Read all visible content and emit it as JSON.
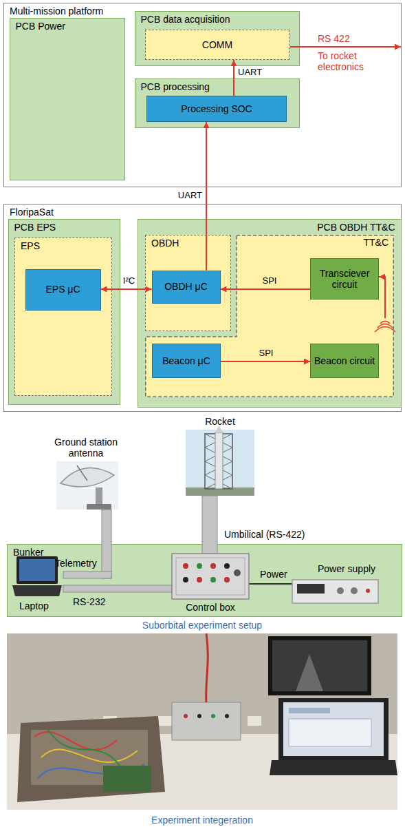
{
  "diagram": {
    "nodes": [
      {
        "text": [
          "Multi-mission platform"
        ]
      },
      {
        "text": [
          "PCB Power"
        ],
        "in": 0
      },
      {
        "text": [
          "PCB data acquisition"
        ],
        "in": 0
      },
      {
        "text": [
          "COMM"
        ],
        "in": 2
      },
      {
        "text": [
          "PCB processing"
        ],
        "in": 0
      },
      {
        "text": [
          "Processing SOC"
        ],
        "in": 4
      },
      {
        "text": [
          "FloripaSat"
        ]
      },
      {
        "text": [
          "PCB EPS"
        ],
        "in": 6
      },
      {
        "text": [
          "EPS"
        ],
        "in": 7
      },
      {
        "text": [
          "EPS μC"
        ],
        "in": 8
      },
      {
        "text": [
          "PCB OBDH TT&C"
        ],
        "in": 6
      },
      {
        "text": [
          "OBDH"
        ],
        "in": 10
      },
      {
        "text": [
          "OBDH μC"
        ],
        "in": 11
      },
      {
        "text": [
          "TT&C"
        ],
        "in": 10
      },
      {
        "text": [
          "Transciever circuit"
        ],
        "in": 13
      },
      {
        "text": [
          "Beacon μC"
        ],
        "in": 13
      },
      {
        "text": [
          "Beacon circuit"
        ],
        "in": 13
      },
      {
        "text": [
          "Bunker"
        ]
      }
    ],
    "edges": [
      {
        "from": 5,
        "to": 3,
        "arrow": "to",
        "label": "UART"
      },
      {
        "from": 12,
        "to": 5,
        "arrow": "to",
        "label": "UART"
      },
      {
        "from": 9,
        "to": 12,
        "arrow": "both",
        "label": "I²C"
      },
      {
        "from": 14,
        "to": 12,
        "arrow": "to",
        "label": "SPI"
      },
      {
        "from": 15,
        "to": 16,
        "arrow": "to",
        "label": "SPI"
      }
    ],
    "labels": [
      "RS 422",
      "To rocket electronics",
      "Ground station antenna",
      "Rocket",
      "Umbilical (RS-422)",
      "Telemetry",
      "RS-232",
      "Laptop",
      "Control box",
      "Power",
      "Power supply",
      "Suborbital experiment setup",
      "Experiment integeration"
    ]
  }
}
